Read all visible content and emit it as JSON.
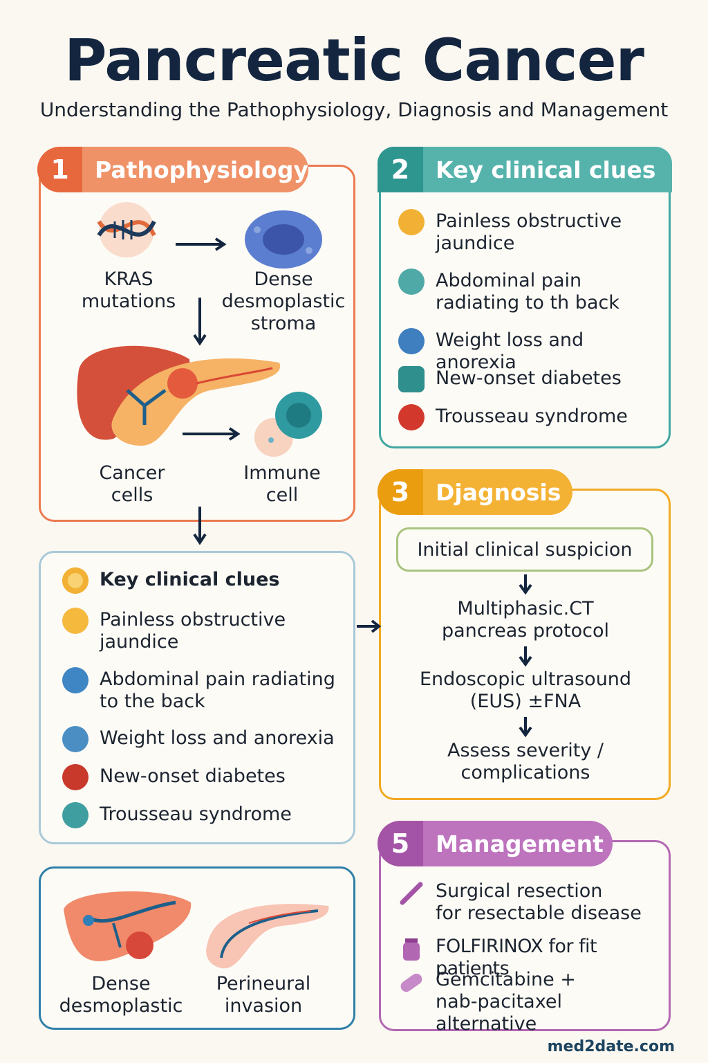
{
  "title": "Pancreatic Cancer",
  "subtitle": "Understanding the Pathophysiology, Diagnosis and Management",
  "colors": {
    "orange": "#ec7a4f",
    "teal": "#3fa7a1",
    "amber": "#f2aa22",
    "purple": "#b267b3",
    "blue": "#9fc2d3",
    "navy": "#14263f"
  },
  "pathophysiology": {
    "num": "1",
    "label": "Pathophysiology",
    "kras": "KRAS\nmutations",
    "stroma": "Dense\ndesmoplastic\nstroma",
    "cancer": "Cancer\ncells",
    "immune": "Immune\ncell"
  },
  "clues": {
    "num": "2",
    "label": "Key clinical clues",
    "items": [
      "Painless obstructive\njaundice",
      "Abdominal pain\nradiating to th back",
      "Weight loss and anorexia",
      "New-onset diabetes",
      "Trousseau syndrome"
    ]
  },
  "diagnosis": {
    "num": "3",
    "label": "Djagnosis",
    "steps": [
      "Initial clinical suspicion",
      "Multiphasic.CT\npancreas protocol",
      "Endoscopic ultrasound\n(EUS) ±FNA",
      "Assess severity /\ncomplications"
    ]
  },
  "clues2": {
    "heading": "Key clinical clues",
    "items": [
      "Painless obstructive\njaundice",
      "Abdominal pain radiating\nto the back",
      "Weight loss and anorexia",
      "New-onset diabetes",
      "Trousseau syndrome"
    ]
  },
  "bottom": {
    "left": "Dense\ndesmoplastic",
    "right": "Perineural\ninvasion"
  },
  "management": {
    "num": "5",
    "label": "Management",
    "items": [
      "Surgical resection\nfor resectable disease",
      "FOLFIRINOX for fit patients",
      "Gemcitabine +\nnab-pacitaxel alternative"
    ]
  },
  "credit": "med2date.com"
}
